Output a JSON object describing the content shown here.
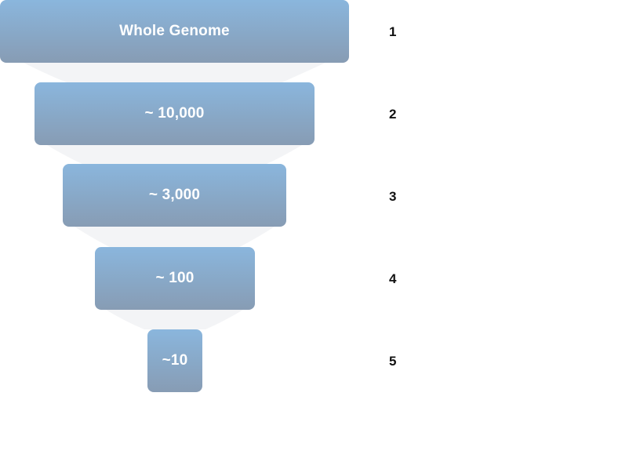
{
  "funnel": {
    "stages": [
      {
        "label": "Whole Genome",
        "number": "1"
      },
      {
        "label": "~ 10,000",
        "number": "2"
      },
      {
        "label": "~ 3,000",
        "number": "3"
      },
      {
        "label": "~ 100",
        "number": "4"
      },
      {
        "label": "~10",
        "number": "5"
      }
    ]
  },
  "colors": {
    "box_top": "#8ab6dd",
    "box_bottom": "#879cb4",
    "label_text": "#ffffff",
    "number_text": "#111111",
    "funnel_shadow": "#f3f4f6"
  }
}
